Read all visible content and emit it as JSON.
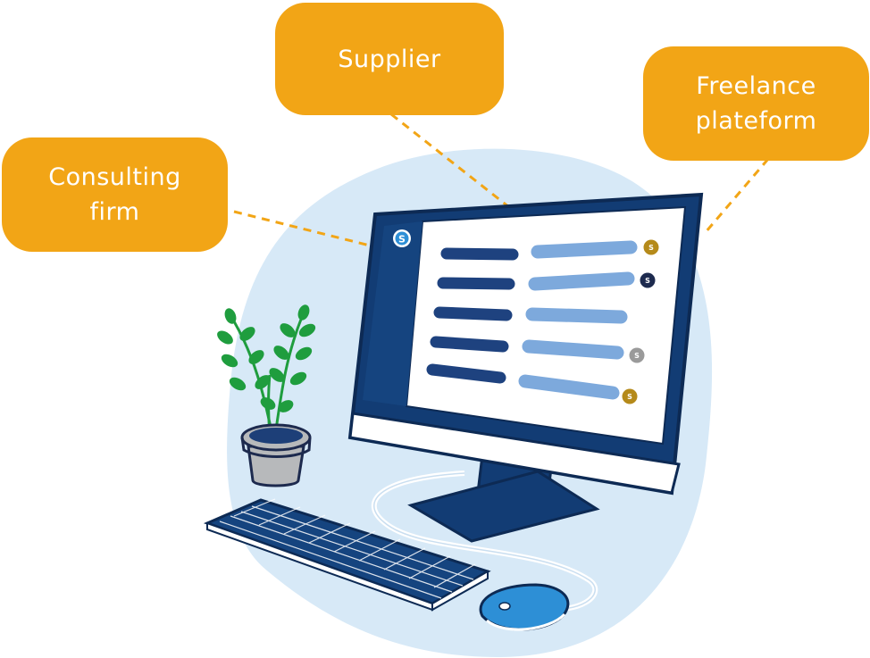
{
  "labels": {
    "supplier": "Supplier",
    "freelance_line1": "Freelance",
    "freelance_line2": "plateform",
    "consulting_line1": "Consulting",
    "consulting_line2": "firm"
  },
  "screen": {
    "rows": [
      {
        "badge_color": "#b58a1a"
      },
      {
        "badge_color": "#1d2a4e"
      },
      {
        "badge_color": null
      },
      {
        "badge_color": "#9a9a9a"
      },
      {
        "badge_color": "#b58a1a"
      }
    ],
    "logo_icon": "logo-icon",
    "badge_icon": "badge-icon"
  },
  "colors": {
    "bubble": "#f2a516",
    "backdrop": "#d7e9f7",
    "monitor": "#123c74",
    "screen": "#ffffff",
    "dark_bar": "#1e427f",
    "light_bar": "#7da9dc",
    "plant_leaf": "#1f9d3e",
    "pot": "#b7b9bb",
    "mouse": "#2d8fd6"
  }
}
